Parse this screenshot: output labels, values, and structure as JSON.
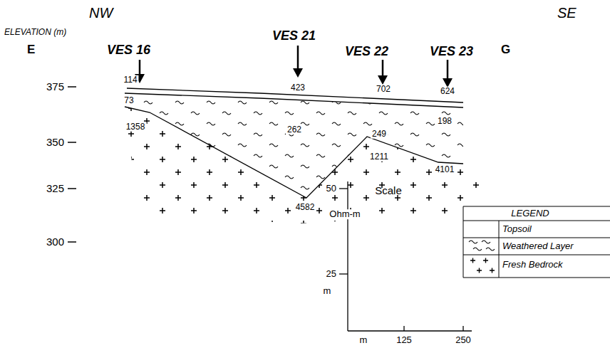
{
  "diagram": {
    "labels": [
      "NW",
      "SE",
      "ELEVATION (m)",
      "E",
      "VES 16",
      "VES 21",
      "VES 22",
      "VES 23",
      "G",
      "375",
      "350",
      "325",
      "300",
      "114",
      "73",
      "1358",
      "423",
      "262",
      "4582",
      "702",
      "249",
      "1211",
      "624",
      "198",
      "4101",
      "Ohm-m",
      "Scale",
      "50",
      "25",
      "m",
      "m",
      "125",
      "250",
      "LEGEND"
    ],
    "legend": [
      {
        "text": "Topsoil"
      },
      {
        "text": "Weathered Layer"
      },
      {
        "text": "Fresh Bedrock"
      }
    ]
  }
}
